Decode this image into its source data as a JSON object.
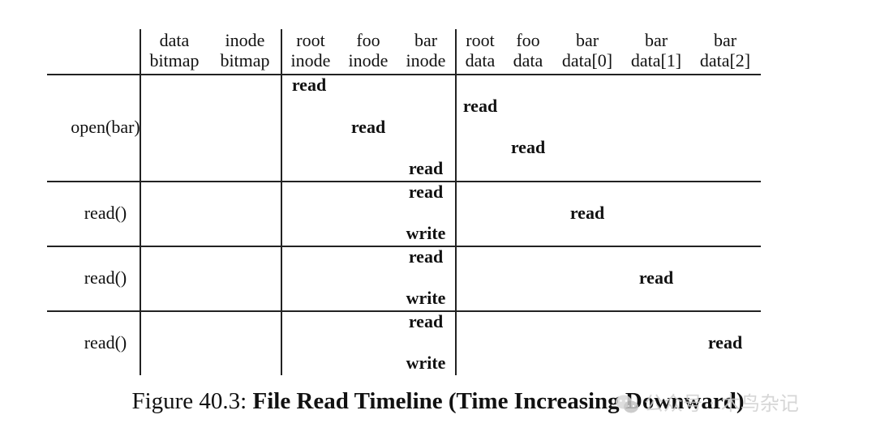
{
  "table": {
    "headers": [
      [
        "data",
        "bitmap"
      ],
      [
        "inode",
        "bitmap"
      ],
      [
        "root",
        "inode"
      ],
      [
        "foo",
        "inode"
      ],
      [
        "bar",
        "inode"
      ],
      [
        "root",
        "data"
      ],
      [
        "foo",
        "data"
      ],
      [
        "bar",
        "data[0]"
      ],
      [
        "bar",
        "data[1]"
      ],
      [
        "bar",
        "data[2]"
      ]
    ],
    "groups": [
      {
        "label": "open(bar)",
        "ops": [
          {
            "col": 2,
            "text": "read"
          },
          {
            "col": 5,
            "text": "read"
          },
          {
            "col": 3,
            "text": "read"
          },
          {
            "col": 6,
            "text": "read"
          },
          {
            "col": 4,
            "text": "read"
          }
        ]
      },
      {
        "label": "read()",
        "ops": [
          {
            "col": 4,
            "text": "read"
          },
          {
            "col": 7,
            "text": "read"
          },
          {
            "col": 4,
            "text": "write"
          }
        ]
      },
      {
        "label": "read()",
        "ops": [
          {
            "col": 4,
            "text": "read"
          },
          {
            "col": 8,
            "text": "read"
          },
          {
            "col": 4,
            "text": "write"
          }
        ]
      },
      {
        "label": "read()",
        "ops": [
          {
            "col": 4,
            "text": "read"
          },
          {
            "col": 9,
            "text": "read"
          },
          {
            "col": 4,
            "text": "write"
          }
        ]
      }
    ]
  },
  "caption": {
    "prefix": "Figure 40.3: ",
    "title": "File Read Timeline (Time Increasing Downward)"
  },
  "watermark": {
    "text": "公众号 · 木鸟杂记",
    "icon": "wechat-icon"
  }
}
